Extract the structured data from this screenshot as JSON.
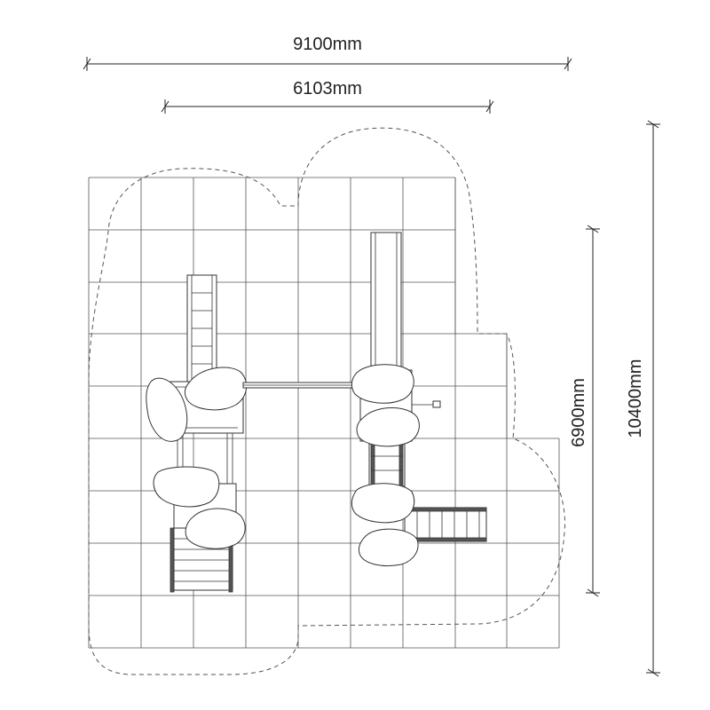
{
  "dimensions": {
    "overall_width": "9100mm",
    "platform_width": "6103mm",
    "inner_height": "6900mm",
    "overall_height": "10400mm"
  },
  "colors": {
    "line": "#333333",
    "background": "#ffffff"
  }
}
